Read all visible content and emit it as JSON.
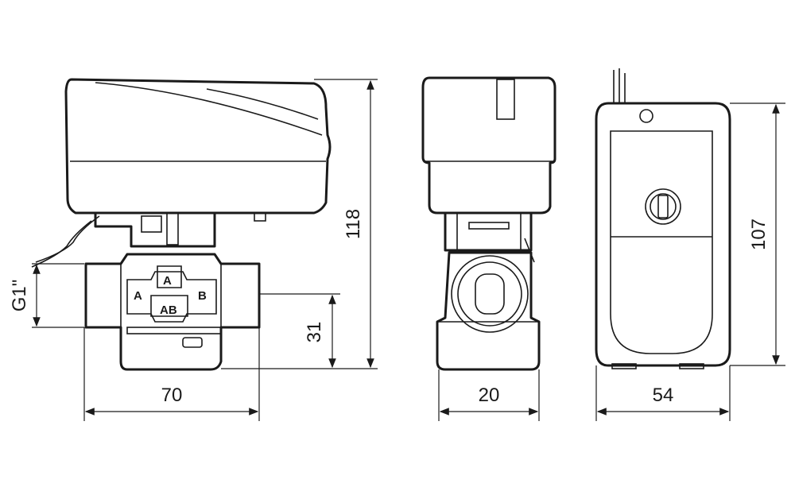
{
  "dimensions": {
    "width_front": "70",
    "height_port": "31",
    "height_total": "118",
    "thread": "G1\"",
    "width_side": "20",
    "depth_actuator": "54",
    "height_actuator": "107"
  },
  "ports": {
    "left": "A",
    "top": "A",
    "right": "B",
    "bottom": "AB"
  },
  "icons": {
    "front": "valve-front-view",
    "side": "valve-side-view",
    "top": "actuator-top-view"
  }
}
